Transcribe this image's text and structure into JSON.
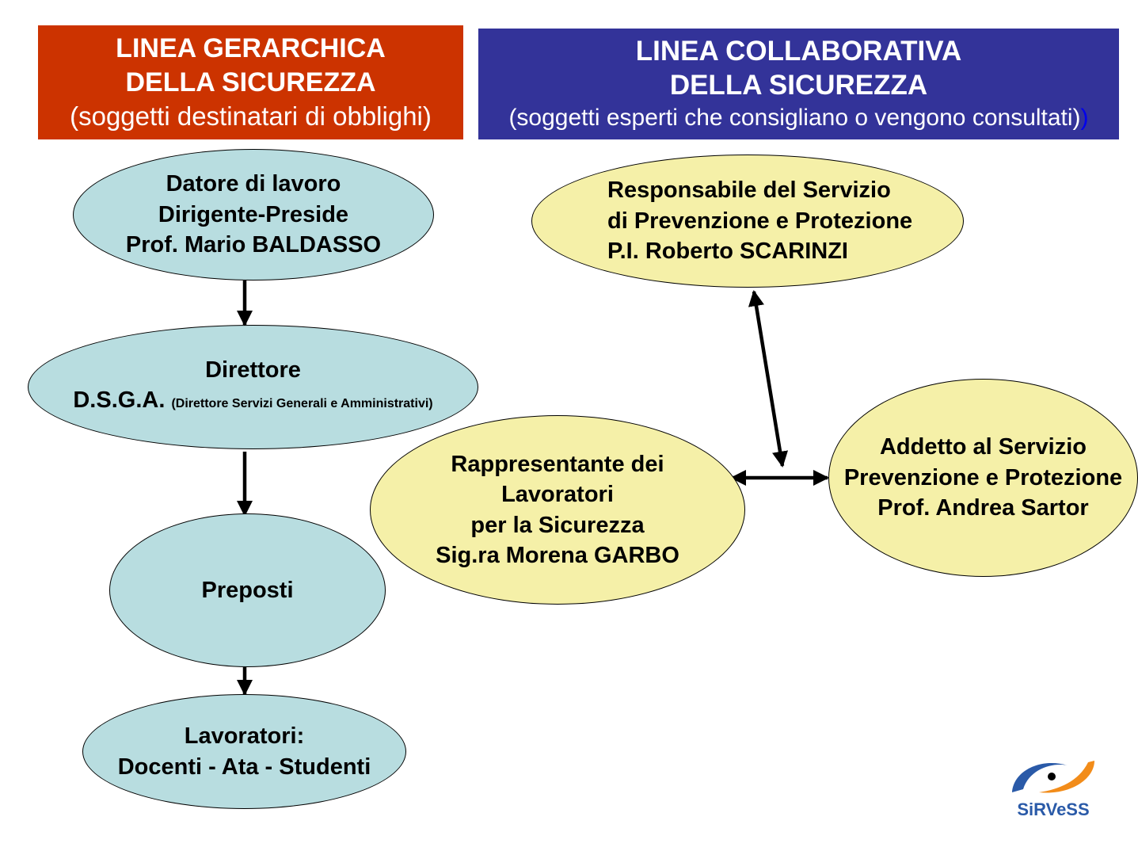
{
  "headers": {
    "hierarchical": {
      "title_line1": "LINEA GERARCHICA",
      "title_line2": "DELLA SICUREZZA",
      "subtitle": "(soggetti destinatari di obblighi)",
      "color": "#cc3300"
    },
    "collaborative": {
      "title_line1": "LINEA COLLABORATIVA",
      "title_line2": "DELLA SICUREZZA",
      "subtitle": "(soggetti esperti che consigliano o vengono consultati)",
      "subtitle_extra": ")",
      "color": "#333399"
    }
  },
  "hierarchy": {
    "datore": {
      "line1": "Datore di lavoro",
      "line2": "Dirigente-Preside",
      "line3": "Prof. Mario BALDASSO"
    },
    "dsga": {
      "line1": "Direttore",
      "acronym": "D.S.G.A.",
      "expansion": "(Direttore Servizi Generali e Amministrativi)"
    },
    "preposti": {
      "line1": "Preposti"
    },
    "lavoratori": {
      "line1": "Lavoratori:",
      "line2": "Docenti - Ata - Studenti"
    }
  },
  "collaborative_nodes": {
    "rspp": {
      "line1": "Responsabile del Servizio",
      "line2": "di Prevenzione e Protezione",
      "line3": "P.I. Roberto SCARINZI"
    },
    "rls": {
      "line1": "Rappresentante dei",
      "line2": "Lavoratori",
      "line3": "per la Sicurezza",
      "line4": "Sig.ra Morena GARBO"
    },
    "aspp": {
      "line1": "Addetto al Servizio",
      "line2": "Prevenzione e Protezione",
      "line3": "Prof. Andrea Sartor"
    }
  },
  "colors": {
    "hierarchy_fill": "#b8dde0",
    "collaborative_fill": "#f5f0a8"
  },
  "logo": {
    "text": "SiRVeSS"
  }
}
